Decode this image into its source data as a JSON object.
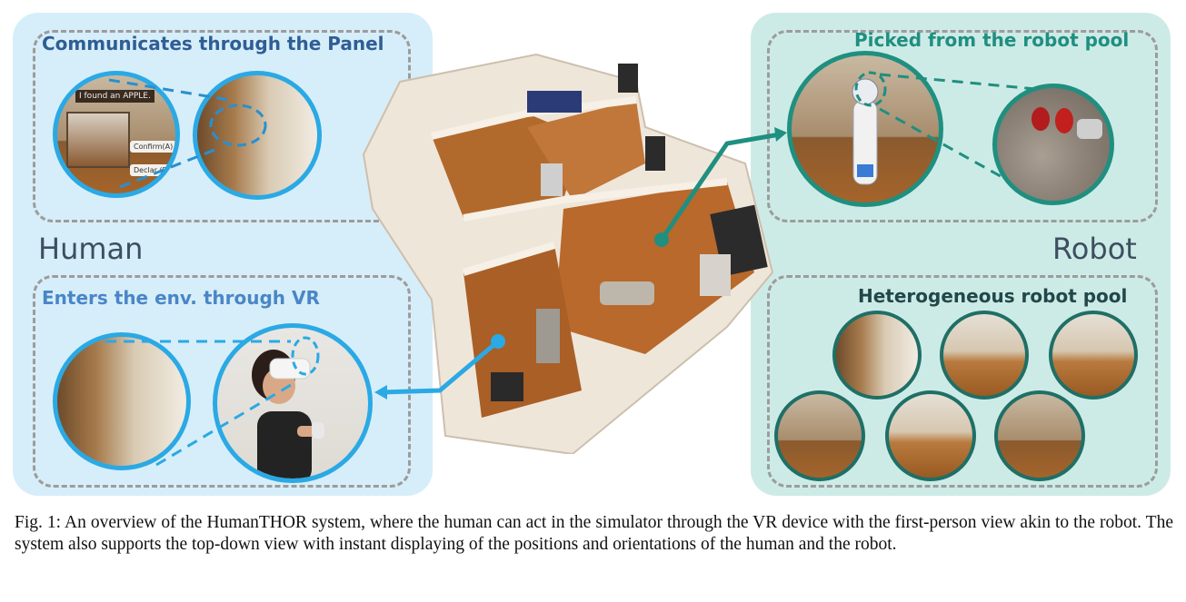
{
  "human": {
    "label": "Human",
    "panel_box_title": "Communicates through the Panel",
    "vr_box_title": "Enters the env. through VR",
    "panel_message": "I found an APPLE.",
    "confirm_button": "Confirm(A)",
    "decline_button": "Declar (B)"
  },
  "robot": {
    "label": "Robot",
    "picked_box_title": "Picked from the robot pool",
    "pool_box_title": "Heterogeneous robot pool"
  },
  "caption": "Fig. 1: An overview of the HumanTHOR system, where the human can act in the simulator through the VR device with the first-person view akin to the robot. The system also supports the top-down view with instant displaying of the positions and orientations of the human and the robot.",
  "colors": {
    "human_accent": "#2aa9e5",
    "robot_accent": "#1f8f80",
    "human_title": "#2f5e95",
    "vr_title": "#4a86c7",
    "robot_title": "#1f8f80"
  }
}
